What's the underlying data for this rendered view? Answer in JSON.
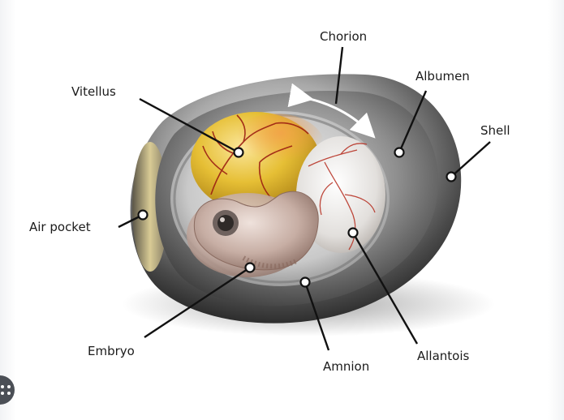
{
  "labels": {
    "chorion": "Chorion",
    "albumen": "Albumen",
    "vitellus": "Vitellus",
    "shell": "Shell",
    "air_pocket": "Air pocket",
    "embryo": "Embryo",
    "amnion": "Amnion",
    "allantois": "Allantois"
  },
  "colors": {
    "shell": "#b9b9b9",
    "shell_dark": "#3d3d3d",
    "albumen": "#8a8a8a",
    "yolk": "#e7c23c",
    "vessel": "#9c1f12",
    "embryo": "#c9b1a8",
    "allantois": "#eae7e4",
    "air_pocket": "#c8b98a",
    "leader_line": "#111111"
  },
  "icons": {
    "corner_button": "lens-icon"
  }
}
